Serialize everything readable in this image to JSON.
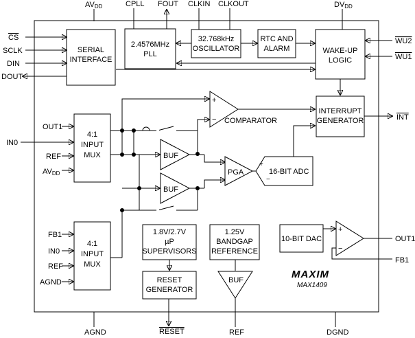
{
  "pins": {
    "top": {
      "avdd": "AV",
      "avdd_sub": "DD",
      "cpll": "CPLL",
      "fout": "FOUT",
      "clkin": "CLKIN",
      "clkout": "CLKOUT",
      "dvdd": "DV",
      "dvdd_sub": "DD"
    },
    "left": {
      "cs": "CS",
      "sclk": "SCLK",
      "din": "DIN",
      "dout": "DOUT",
      "out1": "OUT1",
      "in0": "IN0",
      "ref": "REF",
      "avdd": "AV",
      "avdd_sub": "DD",
      "fb1": "FB1",
      "in0_b": "IN0",
      "ref_b": "REF",
      "agnd": "AGND"
    },
    "right": {
      "wu2": "WU2",
      "wu1": "WU1",
      "int": "INT",
      "out1": "OUT1",
      "fb1": "FB1"
    },
    "bottom": {
      "agnd": "AGND",
      "reset": "RESET",
      "ref": "REF",
      "dgnd": "DGND"
    }
  },
  "blocks": {
    "serial": [
      "SERIAL",
      "INTERFACE"
    ],
    "pll": [
      "2.4576MHz",
      "PLL"
    ],
    "osc": [
      "32.768kHz",
      "OSCILLATOR"
    ],
    "rtc": [
      "RTC AND",
      "ALARM"
    ],
    "wake": [
      "WAKE-UP",
      "LOGIC"
    ],
    "interrupt": [
      "INTERRUPT",
      "GENERATOR"
    ],
    "mux1": [
      "4:1",
      "INPUT",
      "MUX"
    ],
    "mux2": [
      "4:1",
      "INPUT",
      "MUX"
    ],
    "comparator": "COMPARATOR",
    "buf1": "BUF",
    "buf2": "BUF",
    "pga": "PGA",
    "adc": "16-BIT ADC",
    "supervisors": [
      "1.8V/2.7V",
      "µP",
      "SUPERVISORS"
    ],
    "bandgap": [
      "1.25V",
      "BANDGAP",
      "REFERENCE"
    ],
    "reset_gen": [
      "RESET",
      "GENERATOR"
    ],
    "ref_buf": "BUF",
    "dac": "10-BIT DAC",
    "plus": "+",
    "minus": "−"
  },
  "brand": "MAXIM",
  "part_number": "MAX1409"
}
